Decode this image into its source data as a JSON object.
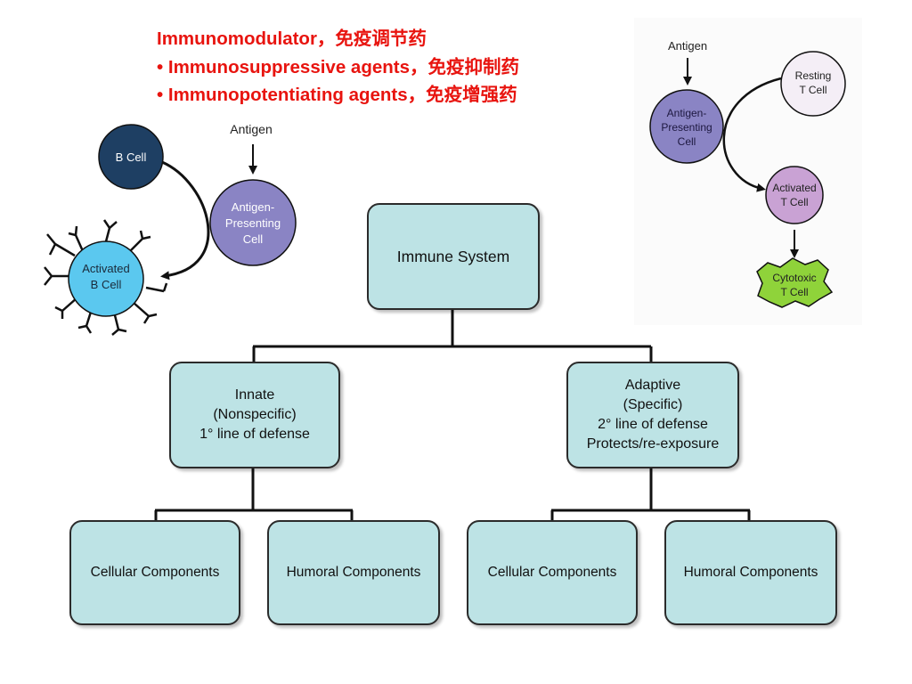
{
  "title": {
    "line1": "Immunomodulator，免疫调节药",
    "line2": "• Immunosuppressive agents，免疫抑制药",
    "line3": "• Immunopotentiating agents，免疫增强药"
  },
  "left_figure": {
    "antigen": "Antigen",
    "b_cell": "B Cell",
    "apc": [
      "Antigen-",
      "Presenting",
      "Cell"
    ],
    "activated_b": [
      "Activated",
      "B Cell"
    ]
  },
  "right_figure": {
    "antigen": "Antigen",
    "apc": [
      "Antigen-",
      "Presenting",
      "Cell"
    ],
    "resting_t": [
      "Resting",
      "T Cell"
    ],
    "activated_t": [
      "Activated",
      "T Cell"
    ],
    "cytotoxic_t": [
      "Cytotoxic",
      "T Cell"
    ]
  },
  "tree": {
    "root": "Immune System",
    "innate": [
      "Innate",
      "(Nonspecific)",
      "1° line of defense"
    ],
    "adaptive": [
      "Adaptive",
      "(Specific)",
      "2° line of defense",
      "Protects/re-exposure"
    ],
    "innate_children": [
      "Cellular Components",
      "Humoral Components"
    ],
    "adaptive_children": [
      "Cellular Components",
      "Humoral Components"
    ]
  },
  "colors": {
    "title": "#e8140f",
    "box_fill": "#bde3e5",
    "b_cell": "#1e3f63",
    "apc": "#8a84c4",
    "activated_b": "#5bc8ef",
    "resting_t": "#f4eef6",
    "activated_t": "#c9a2d4",
    "cytotoxic": "#8fd33a"
  }
}
